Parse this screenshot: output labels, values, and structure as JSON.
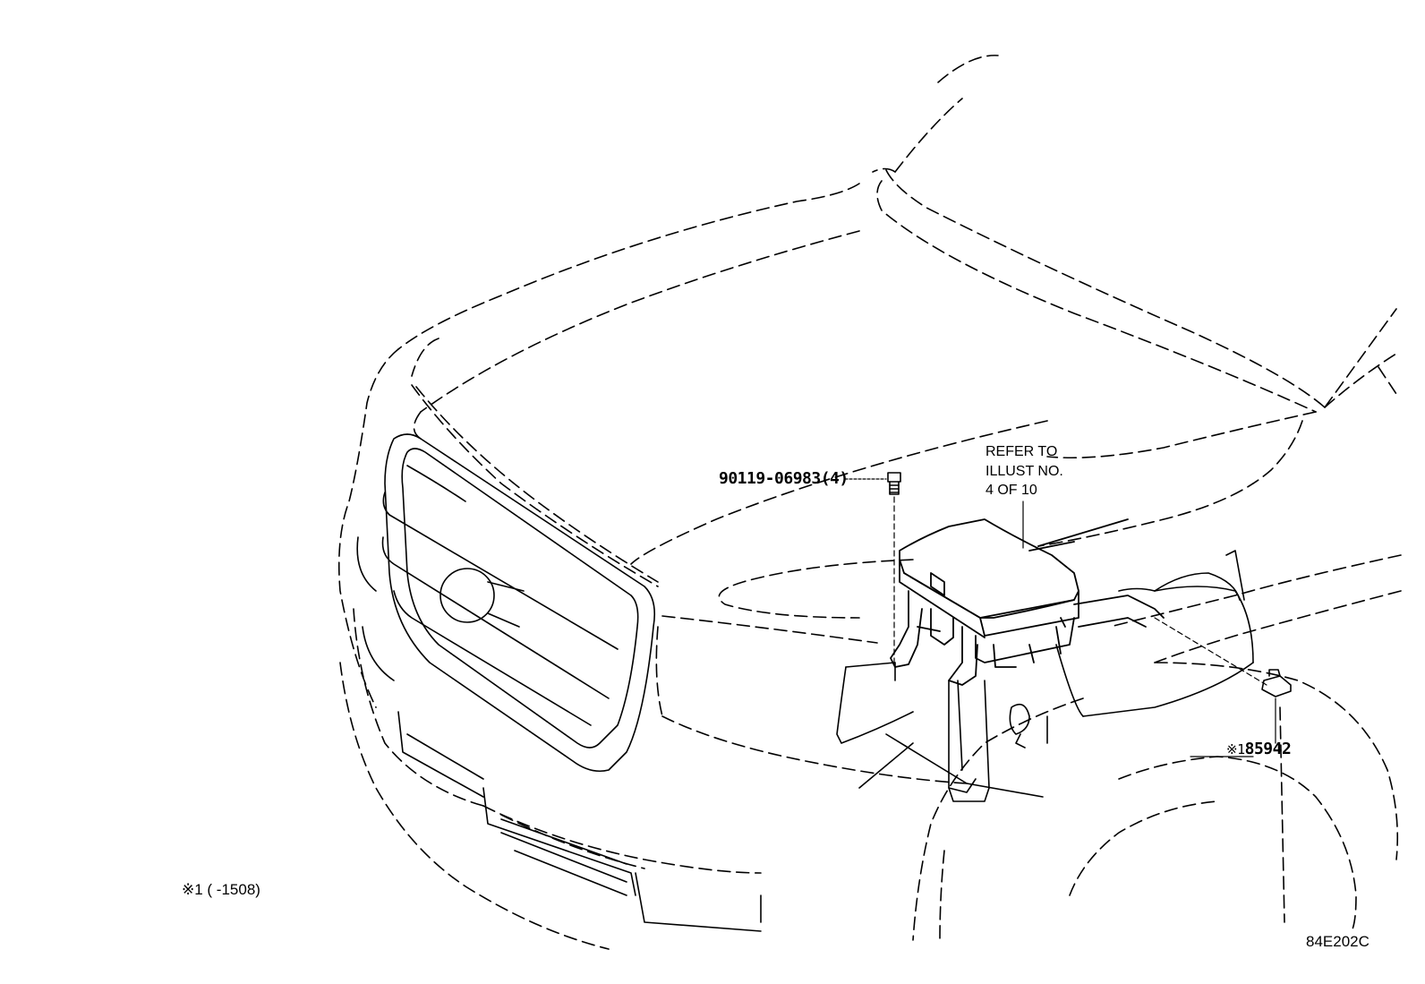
{
  "labels": {
    "bolt_part": "90119-06983(4)",
    "refer_line1": "REFER TO",
    "refer_line2": "ILLUST NO.",
    "refer_line3": "4 OF 10",
    "sensor_mark": "※1",
    "sensor_part": "85942",
    "footnote": "※1 (       -1508)",
    "illustration_code": "84E202C"
  },
  "colors": {
    "line": "#000000",
    "background": "#ffffff"
  }
}
